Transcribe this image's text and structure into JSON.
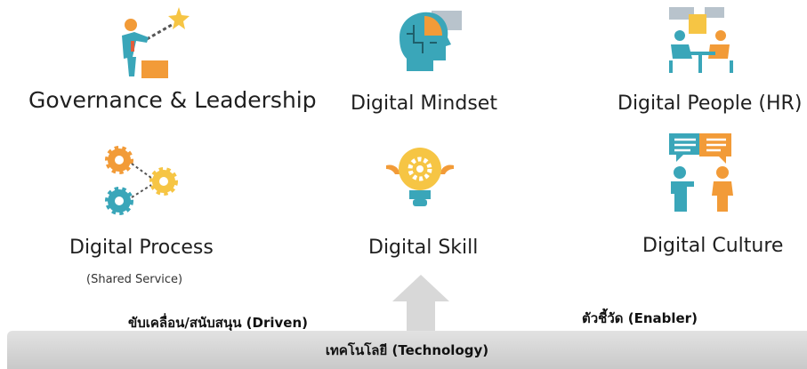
{
  "items": {
    "governance": {
      "title": "Governance & Leadership",
      "icon": "leader-star-icon"
    },
    "mindset": {
      "title": "Digital Mindset",
      "icon": "head-brain-icon"
    },
    "people": {
      "title": "Digital People (HR)",
      "icon": "team-meeting-icon"
    },
    "process": {
      "title": "Digital Process",
      "subtitle": "(Shared Service)",
      "icon": "gears-icon"
    },
    "skill": {
      "title": "Digital Skill",
      "icon": "lightbulb-gear-icon"
    },
    "culture": {
      "title": "Digital Culture",
      "icon": "people-chat-icon"
    }
  },
  "flow": {
    "driven_label": "ขับเคลื่อน/สนับสนุน (Driven)",
    "enabler_label": "ตัวชี้วัด (Enabler)",
    "foundation_label": "เทคโนโลยี (Technology)"
  },
  "colors": {
    "teal": "#3aa6b9",
    "orange": "#f29b38",
    "yellow": "#f6c544",
    "red": "#e25d3c",
    "gray_bar": "#d3d3d3"
  }
}
